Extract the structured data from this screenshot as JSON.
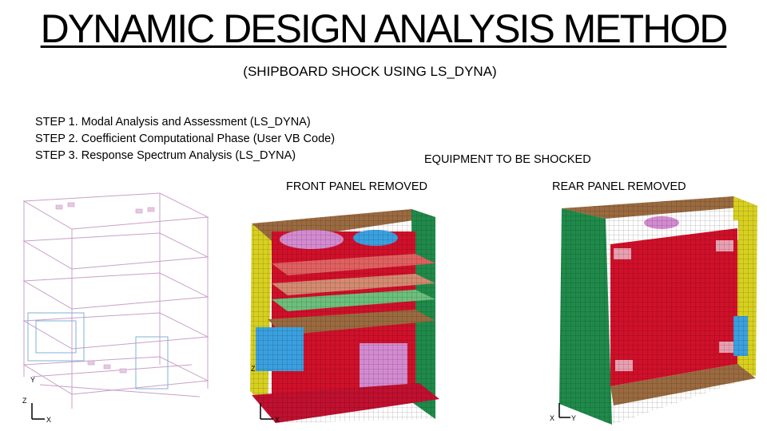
{
  "title": "DYNAMIC DESIGN ANALYSIS METHOD",
  "subtitle": "(SHIPBOARD SHOCK USING LS_DYNA)",
  "steps": [
    "STEP 1. Modal Analysis and Assessment (LS_DYNA)",
    "STEP 2. Coefficient Computational Phase (User VB Code)",
    "STEP 3. Response Spectrum Analysis (LS_DYNA)"
  ],
  "equipment_label": "EQUIPMENT TO BE SHOCKED",
  "front_caption": "FRONT PANEL REMOVED",
  "rear_caption": "REAR PANEL REMOVED",
  "axis_labels": {
    "z": "Z",
    "y": "Y",
    "x": "X"
  },
  "colors": {
    "mesh_red": "#d0102a",
    "mesh_yellow": "#d8d020",
    "mesh_green": "#1f8a4a",
    "mesh_brown": "#9a6a40",
    "mesh_pink": "#d48ad0",
    "mesh_blue": "#3aa0e0",
    "wire_lines": "#c8a0c8"
  }
}
